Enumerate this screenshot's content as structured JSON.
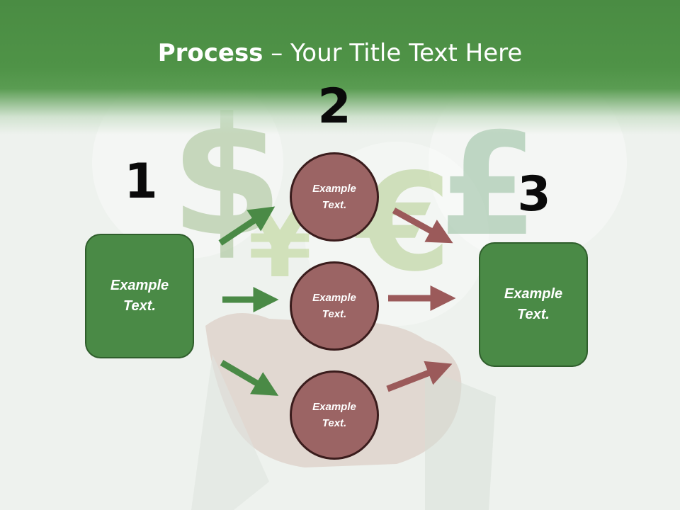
{
  "slide": {
    "title_bold": "Process",
    "title_rest": " – Your Title Text Here"
  },
  "steps": {
    "step1": {
      "number": "1",
      "text": "Example Text."
    },
    "step2": {
      "number": "2"
    },
    "step3": {
      "number": "3",
      "text": "Example Text."
    }
  },
  "circles": [
    {
      "text": "Example Text."
    },
    {
      "text": "Example Text."
    },
    {
      "text": "Example Text."
    }
  ],
  "colors": {
    "header_green": "#4f9347",
    "box_green": "#4a8a46",
    "circle_red": "#9b6464",
    "arrow_green": "#4a8a46",
    "arrow_red": "#9b5a5a"
  }
}
